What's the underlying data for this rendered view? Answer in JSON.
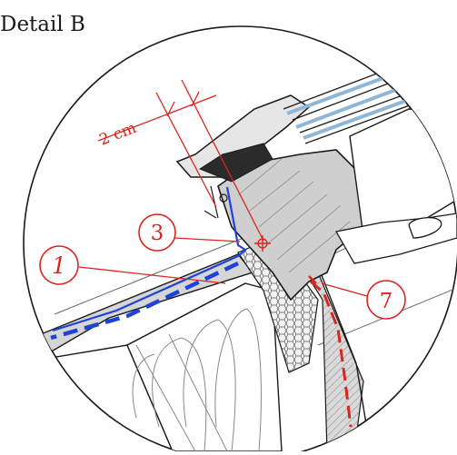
{
  "title": "Detail B",
  "dimension": {
    "label": "2 cm"
  },
  "callouts": [
    {
      "id": "1",
      "label": "1"
    },
    {
      "id": "3",
      "label": "3"
    },
    {
      "id": "7",
      "label": "7"
    }
  ],
  "colors": {
    "annotation_red": "#d8261f",
    "membrane_blue": "#1e43d8",
    "glass_blue": "#8fb6d6",
    "line": "#1a1a1a",
    "gray_fill": "#c8c8c8"
  }
}
